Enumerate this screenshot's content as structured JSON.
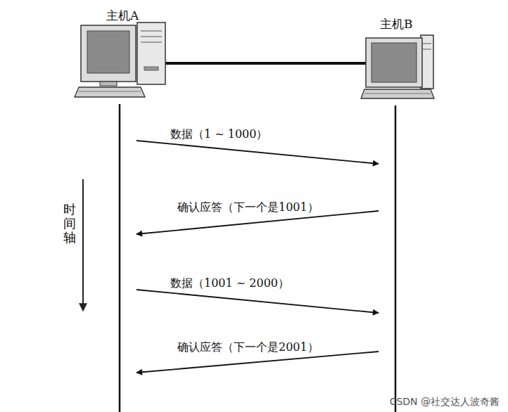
{
  "diagram": {
    "nodes": [
      {
        "text": [
          "主机A"
        ]
      },
      {
        "text": [
          "主机B"
        ]
      }
    ],
    "edges": [
      {
        "from": 0,
        "to": 1,
        "arrow": "to",
        "label": "数据（1 ~ 1000）"
      },
      {
        "from": 1,
        "to": 0,
        "arrow": "to",
        "label": "确认应答（下一个是1001）"
      },
      {
        "from": 0,
        "to": 1,
        "arrow": "to",
        "label": "数据（1001 ~ 2000）"
      },
      {
        "from": 1,
        "to": 0,
        "arrow": "to",
        "label": "确认应答（下一个是2001）"
      }
    ],
    "labels": [
      "时间轴",
      "CSDN @社交达人波奇酱"
    ]
  }
}
